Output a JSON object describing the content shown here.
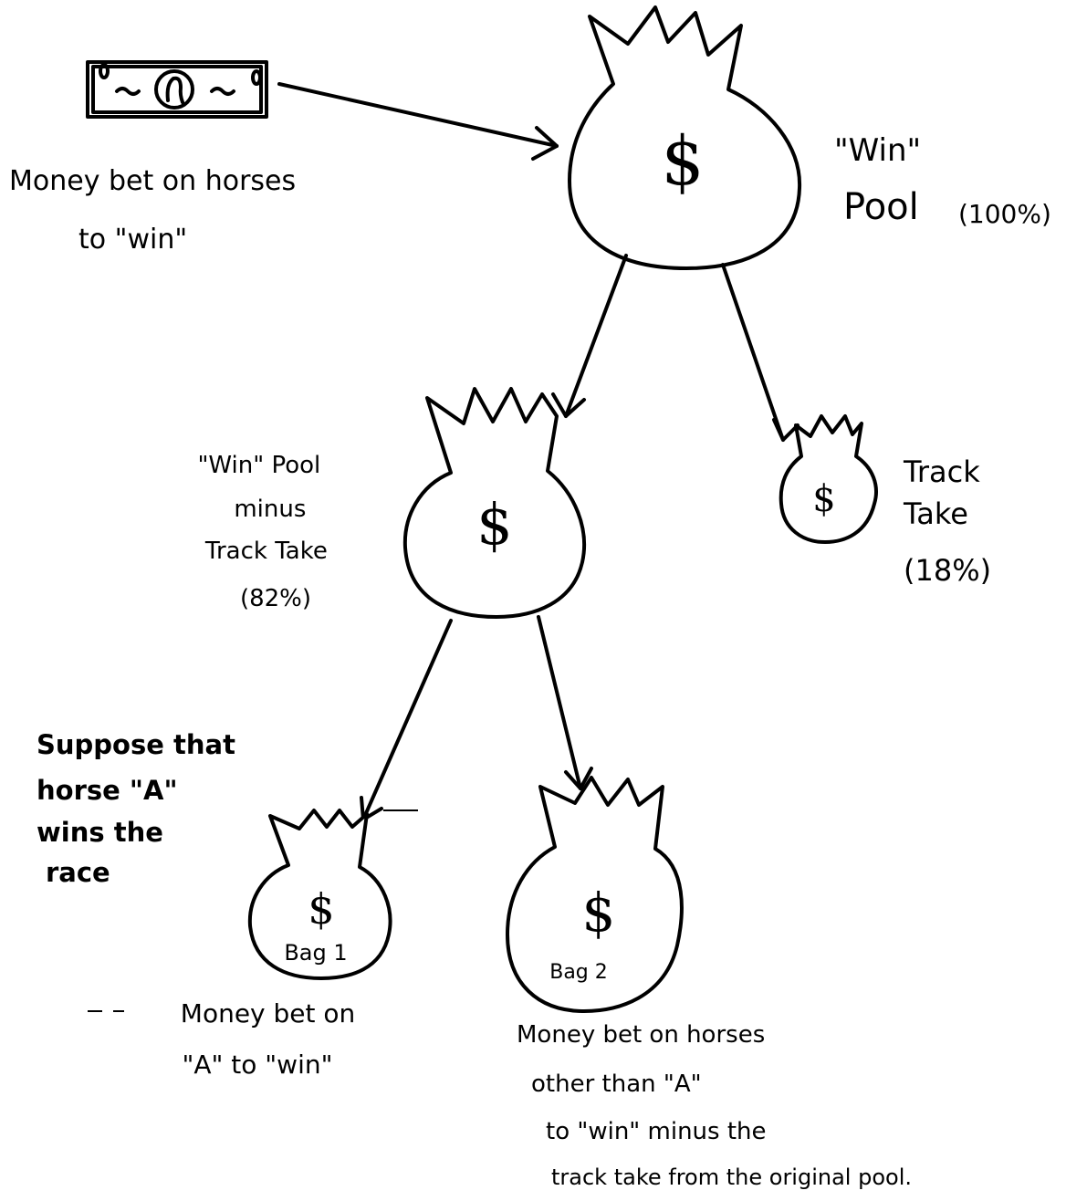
{
  "bill": {
    "icon": "dollar-bill-icon"
  },
  "labels": {
    "money_bet": [
      "Money bet on horses",
      "to \"win\""
    ],
    "win_pool": [
      "\"Win\"",
      "Pool"
    ],
    "win_pool_pct": "(100%)",
    "pool_minus": [
      "\"Win\" Pool",
      "minus",
      "Track Take",
      "(82%)"
    ],
    "track_take": [
      "Track",
      "Take",
      "(18%)"
    ],
    "suppose": [
      "Suppose that",
      "horse \"A\"",
      "wins the",
      "race"
    ],
    "bag1_caption": [
      "Money bet on",
      "\"A\" to \"win\""
    ],
    "bag2_caption": [
      "Money bet on horses",
      "other than \"A\"",
      "to \"win\" minus the",
      "track take from the original pool."
    ]
  },
  "bags": {
    "win_pool": {
      "symbol": "$"
    },
    "pool_minus": {
      "symbol": "$"
    },
    "track_take": {
      "symbol": "$"
    },
    "bag1": {
      "symbol": "$",
      "label": "Bag 1"
    },
    "bag2": {
      "symbol": "$",
      "label": "Bag 2"
    }
  }
}
